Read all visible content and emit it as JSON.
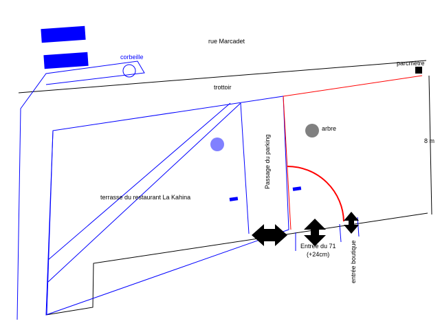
{
  "labels": {
    "street": "rue Marcadet",
    "bin": "corbeille",
    "meter": "parcmètre",
    "sidewalk": "trottoir",
    "tree": "arbre",
    "width": "8 m",
    "passage": "Passage du parking",
    "terrace": "terrasse du restaurant La Kahina",
    "entrance71": "Entrée du 71",
    "entrance71_note": "(+24cm)",
    "shop_entrance": "entrée boutique"
  },
  "colors": {
    "outline": "#000000",
    "terrace": "#0000ff",
    "zone": "#ff0000",
    "tree": "#808080",
    "spot": "#8080ff",
    "arrow": "#000000"
  },
  "icons": {
    "meter": "parking-meter-square-icon",
    "bin": "trash-bin-circle-icon",
    "tree": "tree-circle-icon",
    "arrows": "double-headed-arrow-icon"
  }
}
